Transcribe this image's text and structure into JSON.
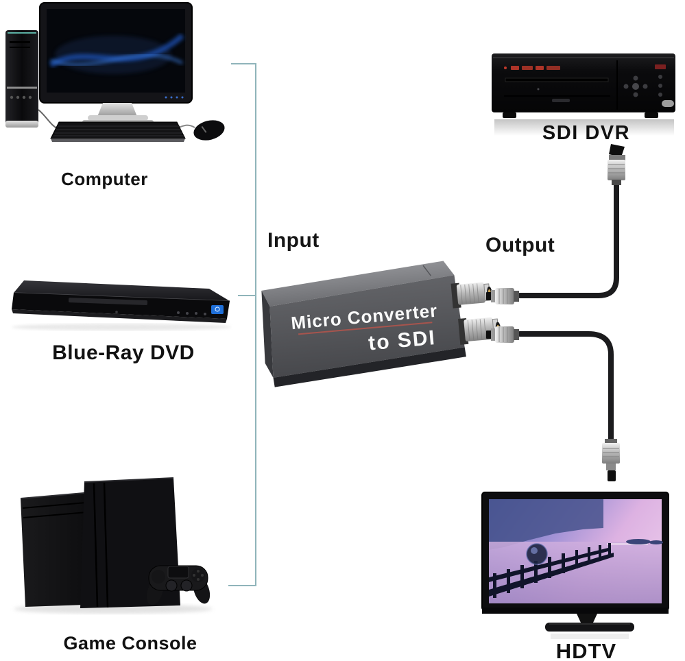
{
  "labels": {
    "input": "Input",
    "output": "Output"
  },
  "converter": {
    "title_line1": "Micro Converter",
    "title_line2": "to SDI"
  },
  "sources": [
    {
      "label": "Computer"
    },
    {
      "label": "Blue-Ray DVD"
    },
    {
      "label": "Game Console"
    }
  ],
  "sinks": [
    {
      "label": "SDI DVR"
    },
    {
      "label": "HDTV"
    }
  ],
  "colors": {
    "background": "#ffffff",
    "bracket_line": "#8fb4ba",
    "cable": "#1b1b1d",
    "converter_body": "#55565a",
    "converter_text": "#fafafa",
    "title_underline": "#b0544c",
    "led_red": "#c0392b",
    "bluray_logo_blue": "#1f6fd8"
  }
}
